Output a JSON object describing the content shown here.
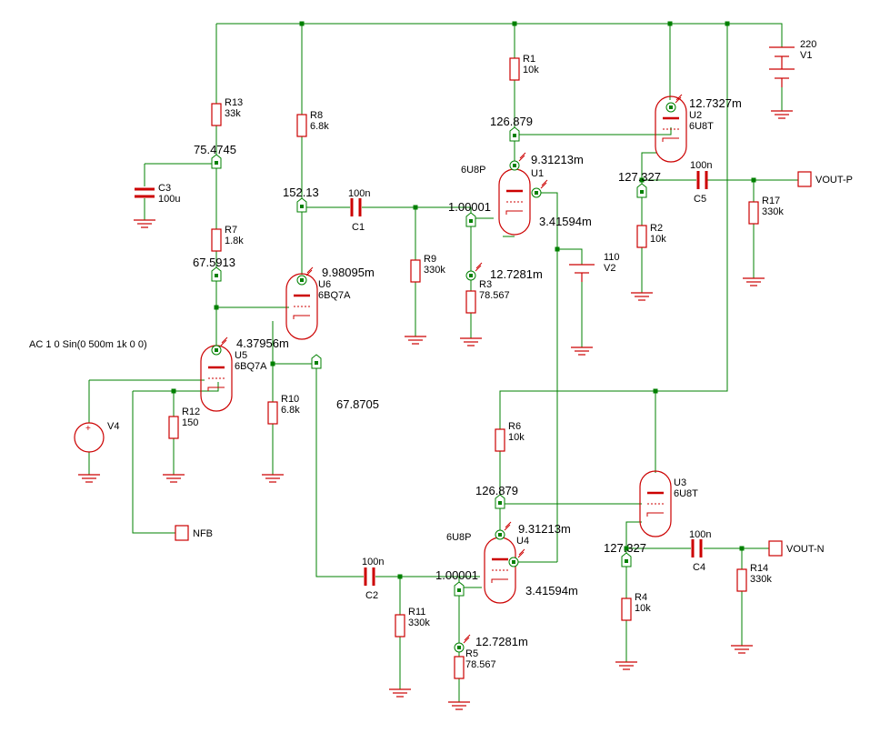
{
  "colors": {
    "wire": "#008000",
    "part": "#cc0000",
    "text": "#000000",
    "node": "#008000"
  },
  "components": {
    "R13": {
      "name": "R13",
      "value": "33k"
    },
    "R8": {
      "name": "R8",
      "value": "6.8k"
    },
    "R1": {
      "name": "R1",
      "value": "10k"
    },
    "R7": {
      "name": "R7",
      "value": "1.8k"
    },
    "R9": {
      "name": "R9",
      "value": "330k"
    },
    "R3": {
      "name": "R3",
      "value": "78.567"
    },
    "R2": {
      "name": "R2",
      "value": "10k"
    },
    "R17": {
      "name": "R17",
      "value": "330k"
    },
    "R12": {
      "name": "R12",
      "value": "150"
    },
    "R10": {
      "name": "R10",
      "value": "6.8k"
    },
    "R6": {
      "name": "R6",
      "value": "10k"
    },
    "R11": {
      "name": "R11",
      "value": "330k"
    },
    "R5": {
      "name": "R5",
      "value": "78.567"
    },
    "R4": {
      "name": "R4",
      "value": "10k"
    },
    "R14": {
      "name": "R14",
      "value": "330k"
    },
    "C3": {
      "name": "C3",
      "value": "100u"
    },
    "C1": {
      "name": "C1",
      "value": "100n"
    },
    "C5": {
      "name": "C5",
      "value": "100n"
    },
    "C2": {
      "name": "C2",
      "value": "100n"
    },
    "C4": {
      "name": "C4",
      "value": "100n"
    },
    "V1": {
      "name": "V1",
      "value": "220"
    },
    "V2": {
      "name": "V2",
      "value": "110"
    },
    "V4": {
      "name": "V4"
    },
    "U1": {
      "name": "U1",
      "type": "6U8P"
    },
    "U2": {
      "name": "U2",
      "type": "6U8T"
    },
    "U3": {
      "name": "U3",
      "type": "6U8T"
    },
    "U4": {
      "name": "U4",
      "type": "6U8P"
    },
    "U5": {
      "name": "U5",
      "type": "6BQ7A"
    },
    "U6": {
      "name": "U6",
      "type": "6BQ7A"
    }
  },
  "source_spec": "AC 1 0 Sin(0 500m 1k 0 0)",
  "ports": {
    "vout_p": "VOUT-P",
    "vout_n": "VOUT-N",
    "nfb": "NFB"
  },
  "probes": {
    "r13_node": "75.4745",
    "r7_node": "67.5913",
    "r8_node": "152.13",
    "u6_current": "9.98095m",
    "u5_current": "4.37956m",
    "r10_node": "67.8705",
    "r1_node": "126.879",
    "u2_current": "12.7327m",
    "u1_current": "9.31213m",
    "u1_grid": "1.00001",
    "u1_cathode": "3.41594m",
    "u1_r3_current": "12.7281m",
    "u2_cathode": "127.327",
    "r6_node": "126.879",
    "u4_current": "9.31213m",
    "u4_grid": "1.00001",
    "u4_cathode": "3.41594m",
    "u4_r5_current": "12.7281m",
    "u3_cathode": "127.327"
  }
}
